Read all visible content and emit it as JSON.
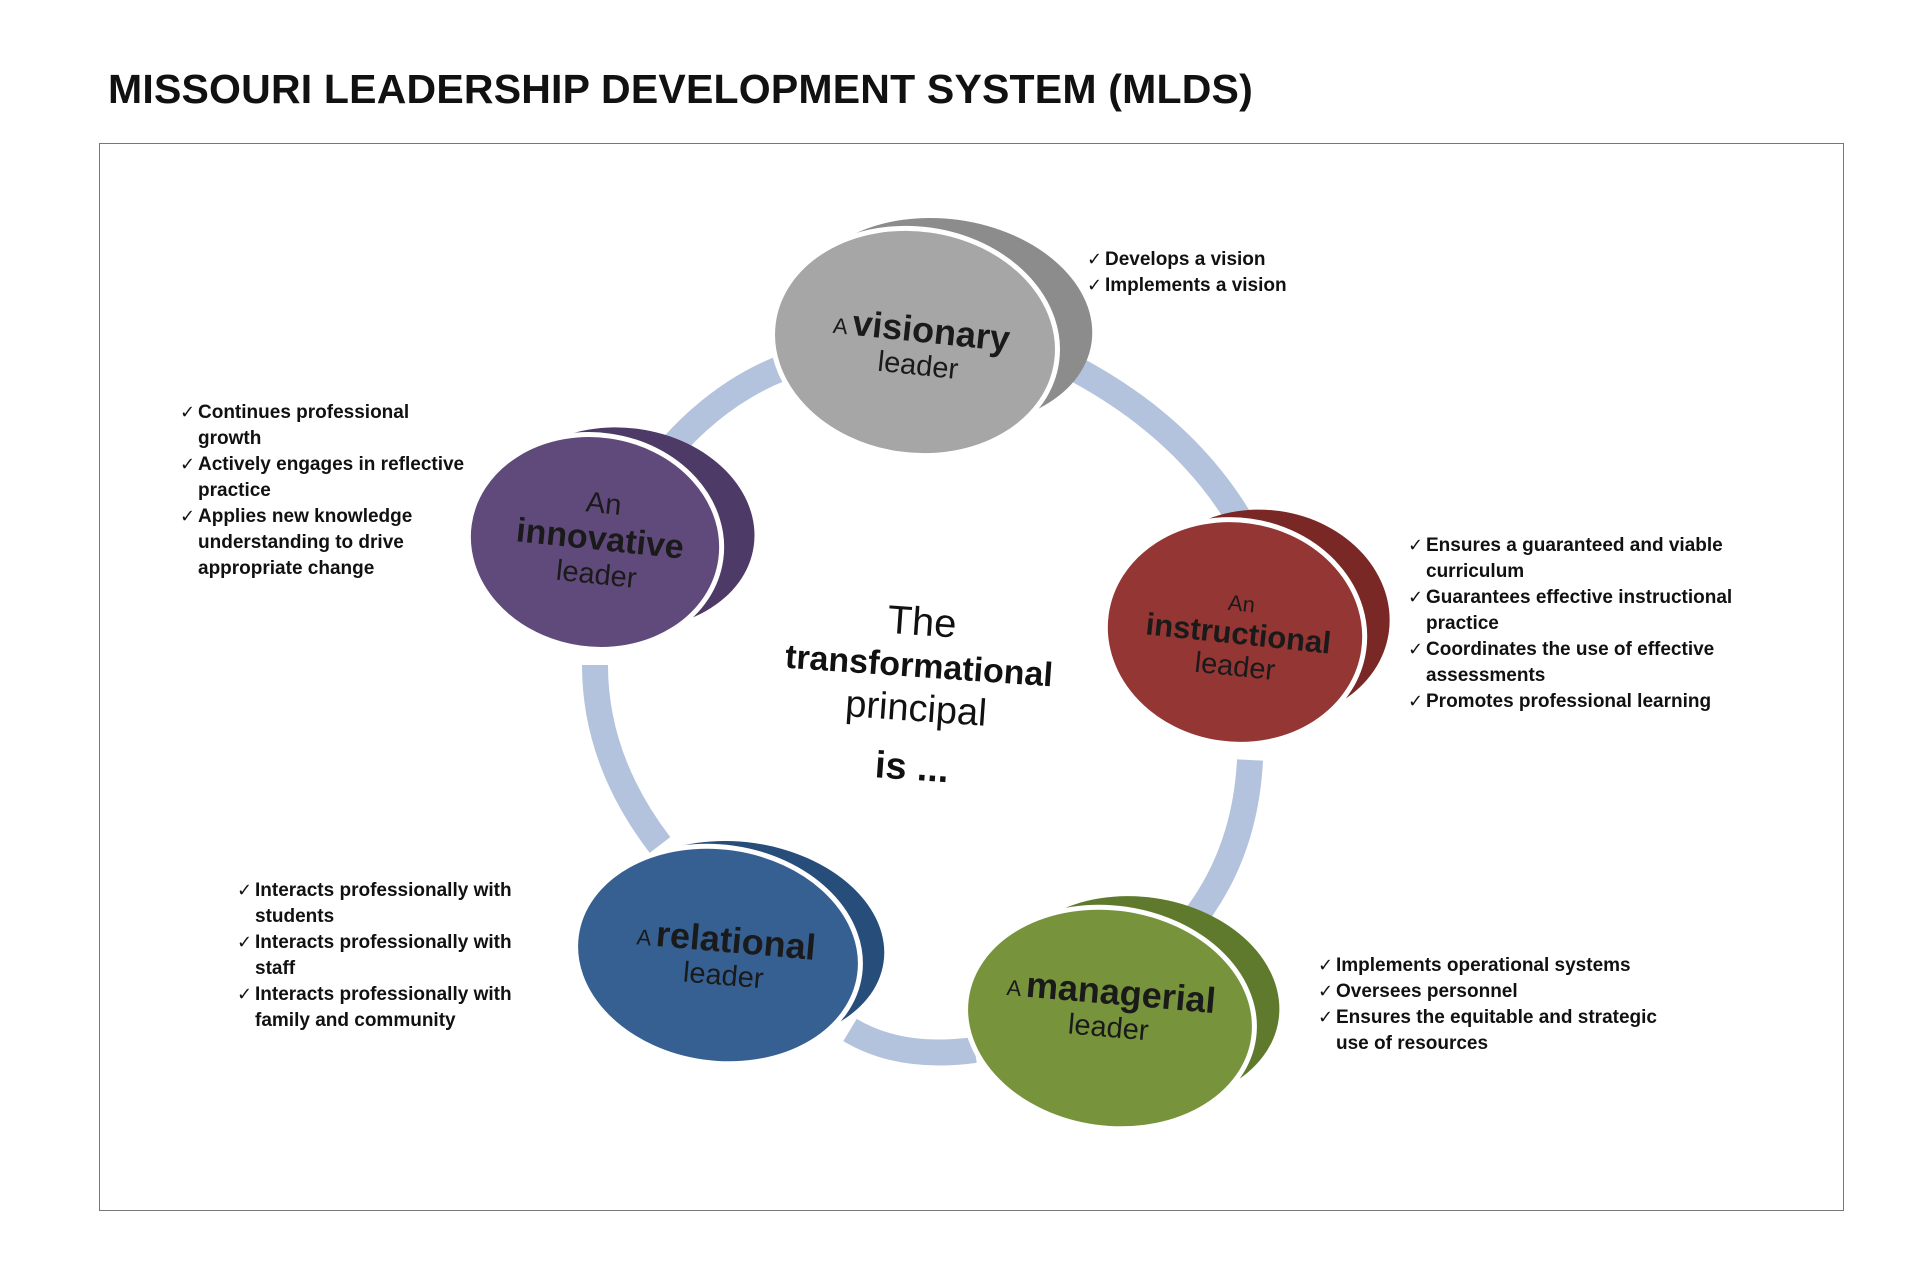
{
  "title": "MISSOURI LEADERSHIP DEVELOPMENT SYSTEM (MLDS)",
  "center": {
    "line1": "The",
    "line2": "transformational",
    "line3": "principal",
    "line4": "is ..."
  },
  "nodes": [
    {
      "article": "A",
      "keyword": "visionary",
      "sub": "leader",
      "color": "#a6a6a6",
      "shadow": "#8c8c8c",
      "items": [
        "Develops a vision",
        "Implements a vision"
      ]
    },
    {
      "article": "An",
      "keyword": "instructional",
      "sub": "leader",
      "color": "#943634",
      "shadow": "#7a2826",
      "items": [
        "Ensures a guaranteed and viable curriculum",
        "Guarantees effective instructional practice",
        "Coordinates the use of effective assessments",
        "Promotes professional learning"
      ]
    },
    {
      "article": "A",
      "keyword": "managerial",
      "sub": "leader",
      "color": "#77933c",
      "shadow": "#5f7a2c",
      "items": [
        "Implements operational systems",
        "Oversees personnel",
        "Ensures the equitable and strategic use of resources"
      ]
    },
    {
      "article": "A",
      "keyword": "relational",
      "sub": "leader",
      "color": "#366092",
      "shadow": "#274d7a",
      "items": [
        "Interacts professionally with students",
        "Interacts professionally with staff",
        "Interacts professionally with family and community"
      ]
    },
    {
      "article": "An",
      "keyword": "innovative",
      "sub": "leader",
      "color": "#604a7b",
      "shadow": "#4d3a66",
      "items": [
        "Continues professional growth",
        "Actively engages in reflective practice",
        "Applies new knowledge understanding to drive appropriate change"
      ]
    }
  ],
  "connector_color": "#b4c3dd"
}
